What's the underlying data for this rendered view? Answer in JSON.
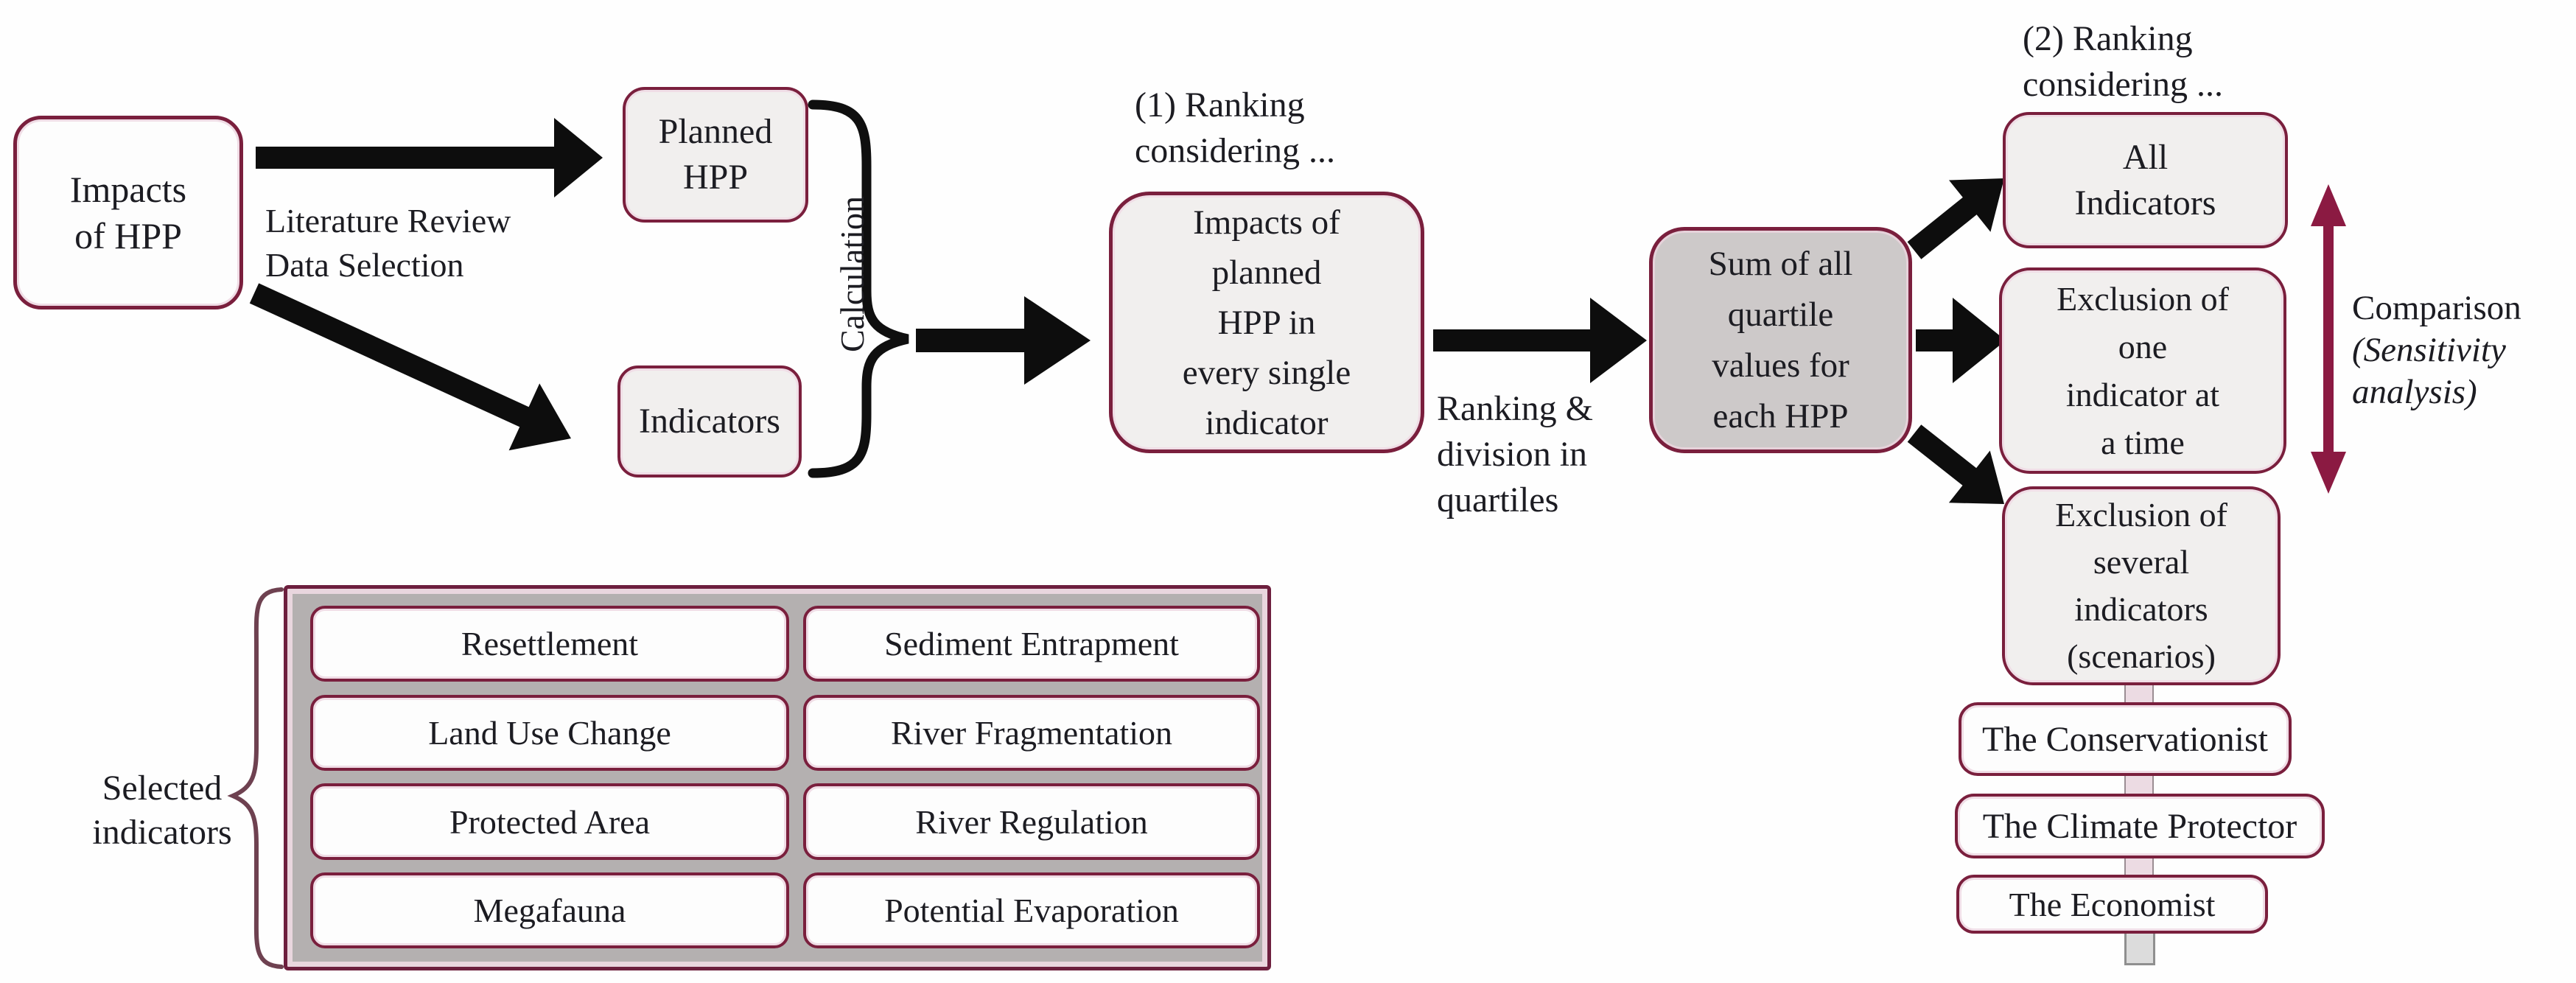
{
  "colors": {
    "maroon_border": "#7a1f3d",
    "maroon_arrow": "#8b1a42",
    "black_arrow": "#0d0d0d",
    "box_gray_fill": "#f1efee",
    "sum_gray_fill": "#cdc9c9",
    "panel_gray_fill": "#b4b0b0",
    "white_fill": "#fdfdfd"
  },
  "nodes": {
    "impacts_hpp": {
      "lines": [
        "Impacts",
        "of HPP"
      ]
    },
    "planned_hpp": {
      "lines": [
        "Planned",
        "HPP"
      ]
    },
    "indicators": {
      "lines": [
        "Indicators"
      ]
    },
    "impacts_planned": {
      "lines": [
        "Impacts of",
        "planned",
        "HPP in",
        "every single",
        "indicator"
      ]
    },
    "sum_quartile": {
      "lines": [
        "Sum of all",
        "quartile",
        "values for",
        "each HPP"
      ]
    },
    "all_indicators": {
      "lines": [
        "All",
        "Indicators"
      ]
    },
    "exclusion_one": {
      "lines": [
        "Exclusion of",
        "one",
        "indicator at",
        "a time"
      ]
    },
    "exclusion_several": {
      "lines": [
        "Exclusion of",
        "several",
        "indicators",
        "(scenarios)"
      ]
    },
    "scenario_conservationist": {
      "label": "The Conservationist"
    },
    "scenario_climate": {
      "label": "The Climate Protector"
    },
    "scenario_economist": {
      "label": "The Economist"
    }
  },
  "labels": {
    "literature": {
      "lines": [
        "Literature Review",
        "Data Selection"
      ]
    },
    "calculation": "Calculation",
    "ranking_1": {
      "lines": [
        "(1) Ranking",
        "considering ..."
      ]
    },
    "ranking_quartiles": {
      "lines": [
        "Ranking &",
        "division in",
        "quartiles"
      ]
    },
    "ranking_2": {
      "lines": [
        "(2) Ranking",
        "considering ..."
      ]
    },
    "comparison": {
      "line1": "Comparison",
      "line2": "(Sensitivity",
      "line3": "analysis)"
    },
    "selected_indicators": {
      "lines": [
        "Selected",
        "indicators"
      ]
    }
  },
  "indicator_table": {
    "left_column": [
      "Resettlement",
      "Land Use Change",
      "Protected Area",
      "Megafauna"
    ],
    "right_column": [
      "Sediment Entrapment",
      "River Fragmentation",
      "River Regulation",
      "Potential Evaporation"
    ]
  }
}
